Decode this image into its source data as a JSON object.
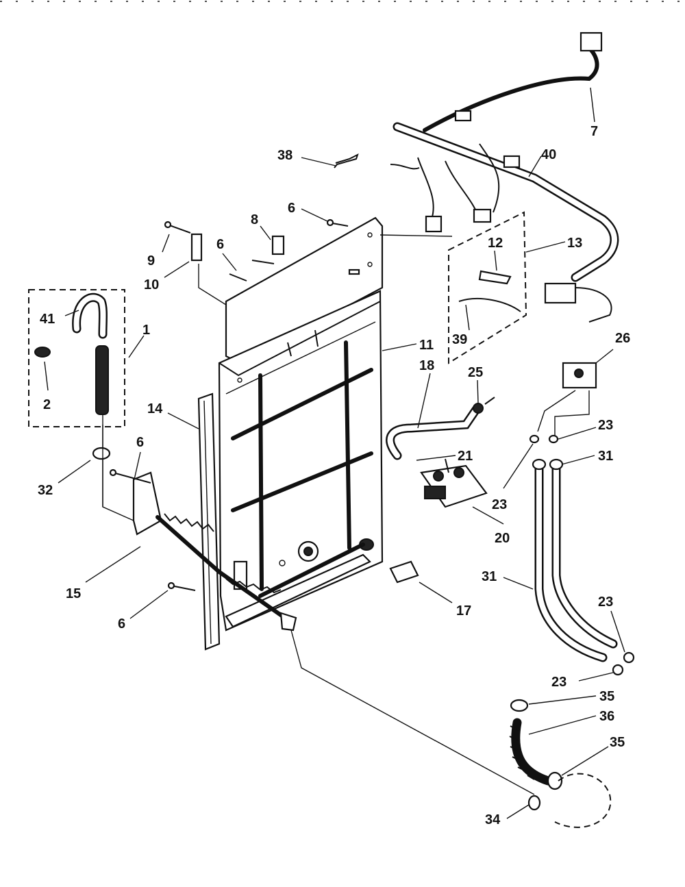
{
  "callouts": [
    {
      "id": "c41",
      "label": "41"
    },
    {
      "id": "c2",
      "label": "2"
    },
    {
      "id": "c1",
      "label": "1"
    },
    {
      "id": "c32",
      "label": "32"
    },
    {
      "id": "c9",
      "label": "9"
    },
    {
      "id": "c10",
      "label": "10"
    },
    {
      "id": "c6a",
      "label": "6"
    },
    {
      "id": "c8",
      "label": "8"
    },
    {
      "id": "c6b",
      "label": "6"
    },
    {
      "id": "c38",
      "label": "38"
    },
    {
      "id": "c7",
      "label": "7"
    },
    {
      "id": "c40",
      "label": "40"
    },
    {
      "id": "c12",
      "label": "12"
    },
    {
      "id": "c13",
      "label": "13"
    },
    {
      "id": "c39",
      "label": "39"
    },
    {
      "id": "c11",
      "label": "11"
    },
    {
      "id": "c14",
      "label": "14"
    },
    {
      "id": "c6c",
      "label": "6"
    },
    {
      "id": "c18",
      "label": "18"
    },
    {
      "id": "c25",
      "label": "25"
    },
    {
      "id": "c21",
      "label": "21"
    },
    {
      "id": "c20",
      "label": "20"
    },
    {
      "id": "c26",
      "label": "26"
    },
    {
      "id": "c23a",
      "label": "23"
    },
    {
      "id": "c31a",
      "label": "31"
    },
    {
      "id": "c23b",
      "label": "23"
    },
    {
      "id": "c15",
      "label": "15"
    },
    {
      "id": "c6d",
      "label": "6"
    },
    {
      "id": "c17",
      "label": "17"
    },
    {
      "id": "c31b",
      "label": "31"
    },
    {
      "id": "c23c",
      "label": "23"
    },
    {
      "id": "c23d",
      "label": "23"
    },
    {
      "id": "c35a",
      "label": "35"
    },
    {
      "id": "c36",
      "label": "36"
    },
    {
      "id": "c35b",
      "label": "35"
    },
    {
      "id": "c34",
      "label": "34"
    }
  ]
}
